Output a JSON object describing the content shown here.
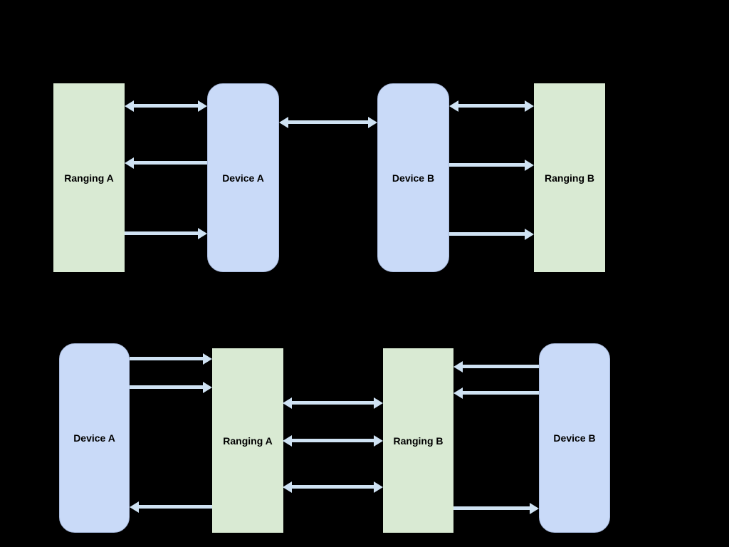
{
  "background": "#000000",
  "colors": {
    "ranging_box_fill": "#d9ead3",
    "device_box_fill": "#c9daf8",
    "arrow": "#cfe2f3",
    "label_text": "#000000"
  },
  "diagrams": [
    {
      "id": "top",
      "nodes": [
        {
          "id": "ranging-a",
          "label": "Ranging A",
          "shape": "rectangle",
          "fill": "#d9ead3"
        },
        {
          "id": "device-a",
          "label": "Device A",
          "shape": "rounded-rectangle",
          "fill": "#c9daf8"
        },
        {
          "id": "device-b",
          "label": "Device B",
          "shape": "rounded-rectangle",
          "fill": "#c9daf8"
        },
        {
          "id": "ranging-b",
          "label": "Ranging B",
          "shape": "rectangle",
          "fill": "#d9ead3"
        }
      ],
      "arrows": [
        {
          "between": [
            "ranging-a",
            "device-a"
          ],
          "direction": "bidirectional",
          "position": "top"
        },
        {
          "between": [
            "ranging-a",
            "device-a"
          ],
          "direction": "to-ranging-a",
          "position": "middle"
        },
        {
          "between": [
            "ranging-a",
            "device-a"
          ],
          "direction": "to-device-a",
          "position": "bottom"
        },
        {
          "between": [
            "device-a",
            "device-b"
          ],
          "direction": "bidirectional",
          "position": "upper"
        },
        {
          "between": [
            "device-b",
            "ranging-b"
          ],
          "direction": "bidirectional",
          "position": "top"
        },
        {
          "between": [
            "device-b",
            "ranging-b"
          ],
          "direction": "to-ranging-b",
          "position": "middle"
        },
        {
          "between": [
            "device-b",
            "ranging-b"
          ],
          "direction": "to-ranging-b",
          "position": "bottom"
        }
      ]
    },
    {
      "id": "bottom",
      "nodes": [
        {
          "id": "device-a",
          "label": "Device A",
          "shape": "rounded-rectangle",
          "fill": "#c9daf8"
        },
        {
          "id": "ranging-a",
          "label": "Ranging A",
          "shape": "rectangle",
          "fill": "#d9ead3"
        },
        {
          "id": "ranging-b",
          "label": "Ranging B",
          "shape": "rectangle",
          "fill": "#d9ead3"
        },
        {
          "id": "device-b",
          "label": "Device B",
          "shape": "rounded-rectangle",
          "fill": "#c9daf8"
        }
      ],
      "arrows": [
        {
          "between": [
            "device-a",
            "ranging-a"
          ],
          "direction": "to-ranging-a",
          "position": "top-1"
        },
        {
          "between": [
            "device-a",
            "ranging-a"
          ],
          "direction": "to-ranging-a",
          "position": "top-2"
        },
        {
          "between": [
            "ranging-a",
            "ranging-b"
          ],
          "direction": "bidirectional",
          "position": "upper"
        },
        {
          "between": [
            "ranging-a",
            "ranging-b"
          ],
          "direction": "bidirectional",
          "position": "middle"
        },
        {
          "between": [
            "ranging-a",
            "ranging-b"
          ],
          "direction": "bidirectional",
          "position": "lower"
        },
        {
          "between": [
            "ranging-a",
            "device-a"
          ],
          "direction": "to-device-a",
          "position": "bottom"
        },
        {
          "between": [
            "device-b",
            "ranging-b"
          ],
          "direction": "to-ranging-b",
          "position": "top-1"
        },
        {
          "between": [
            "device-b",
            "ranging-b"
          ],
          "direction": "to-ranging-b",
          "position": "top-2"
        },
        {
          "between": [
            "ranging-b",
            "device-b"
          ],
          "direction": "to-device-b",
          "position": "bottom"
        }
      ]
    }
  ]
}
